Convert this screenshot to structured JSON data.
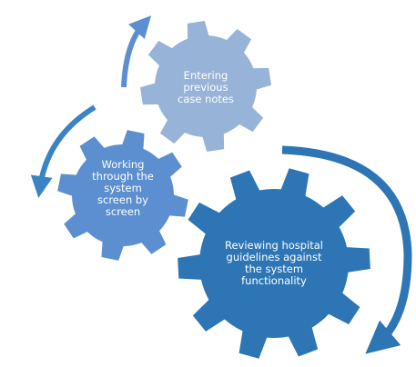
{
  "colors": {
    "gear_light": "#97b3d8",
    "gear_mid": "#5b8fd0",
    "gear_dark": "#2d75b5",
    "arrow_light": "#5b8fd0",
    "arrow_mid": "#3b83c5",
    "arrow_dark": "#2d75b5",
    "text": "#ffffff"
  },
  "gears": [
    {
      "id": "small",
      "lines": [
        "Entering",
        "previous",
        "case notes"
      ]
    },
    {
      "id": "mid",
      "lines": [
        "Working",
        "through the",
        "system",
        "screen by",
        "screen"
      ]
    },
    {
      "id": "large",
      "lines": [
        "Reviewing hospital",
        "guidelines against",
        "the system",
        "functionality"
      ]
    }
  ]
}
